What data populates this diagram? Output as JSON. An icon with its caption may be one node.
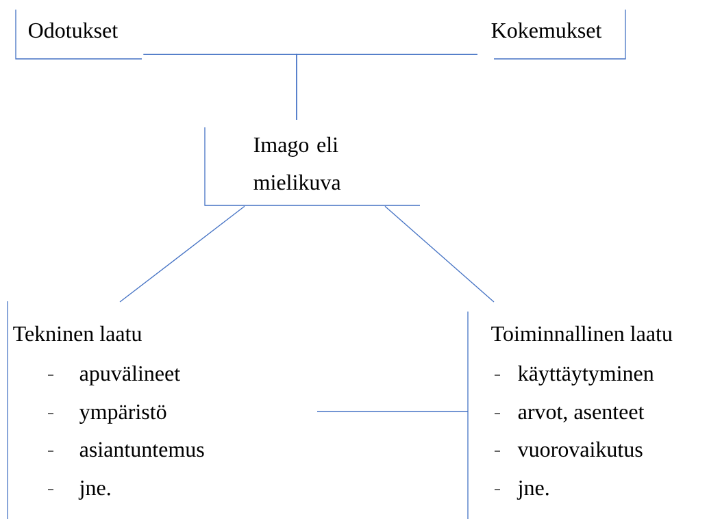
{
  "diagram": {
    "nodes": [
      {
        "text": [
          "Odotukset"
        ]
      },
      {
        "text": [
          "Kokemukset"
        ]
      },
      {
        "text": [
          "Imago eli mielikuva"
        ]
      },
      {
        "text": [
          "Tekninen laatu",
          "apuvälineet",
          "ympäristö",
          "asiantuntemus",
          "jne."
        ]
      },
      {
        "text": [
          "Toiminnallinen laatu",
          "käyttäytyminen",
          "arvot, asenteet",
          "vuorovaikutus",
          "jne."
        ]
      }
    ],
    "edges": [
      {
        "from": 0,
        "to": 2,
        "arrow": "none"
      },
      {
        "from": 1,
        "to": 2,
        "arrow": "none"
      },
      {
        "from": 2,
        "to": 3,
        "arrow": "none"
      },
      {
        "from": 2,
        "to": 4,
        "arrow": "none"
      },
      {
        "from": null,
        "to": 4,
        "arrow": "none"
      }
    ]
  }
}
